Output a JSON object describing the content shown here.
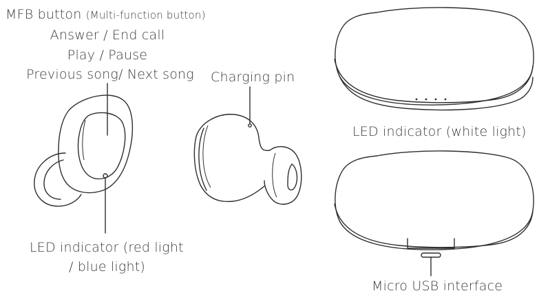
{
  "labels": {
    "mfb_button": "MFB button",
    "mfb_button_note": "(Multi-function button)",
    "answer_end_call": "Answer / End call",
    "play_pause": "Play / Pause",
    "previous_next_song": "Previous song/ Next song",
    "charging_pin": "Charging pin",
    "led_indicator_earbud_line1": "LED indicator (red light",
    "led_indicator_earbud_line2": "/ blue light)",
    "led_indicator_case": "LED indicator (white light)",
    "micro_usb_interface": "Micro USB interface"
  },
  "colors": {
    "line": "#2d2d2d",
    "text": "#3c3c3c",
    "background": "#ffffff"
  }
}
